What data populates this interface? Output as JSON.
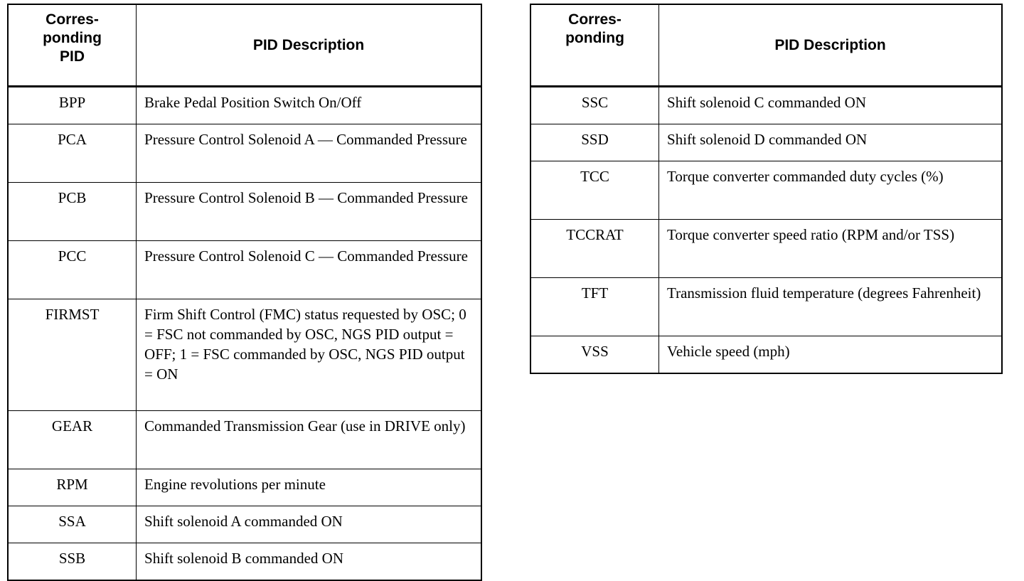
{
  "document": {
    "type": "pid-reference-tables",
    "table_count": 2,
    "background_color": "#ffffff",
    "text_color": "#000000"
  },
  "tables": [
    {
      "id": "left",
      "headers": {
        "code": "Corres-\nponding\nPID",
        "code_lines": [
          "Corres-",
          "ponding",
          "PID"
        ],
        "description": "PID Description"
      },
      "rows": [
        {
          "code": "BPP",
          "description": "Brake Pedal Position Switch On/Off",
          "lines": 1
        },
        {
          "code": "PCA",
          "description": "Pressure Control Solenoid A — Commanded Pressure",
          "lines": 2
        },
        {
          "code": "PCB",
          "description": "Pressure Control Solenoid B — Commanded Pressure",
          "lines": 2
        },
        {
          "code": "PCC",
          "description": "Pressure Control Solenoid C — Commanded Pressure",
          "lines": 2
        },
        {
          "code": "FIRMST",
          "description": "Firm Shift Control (FMC) status requested by OSC; 0 = FSC not commanded by OSC, NGS PID output = OFF; 1 = FSC commanded by OSC, NGS PID output = ON",
          "lines": 5
        },
        {
          "code": "GEAR",
          "description": "Commanded Transmission Gear (use in DRIVE only)",
          "lines": 2
        },
        {
          "code": "RPM",
          "description": "Engine revolutions per minute",
          "lines": 1
        },
        {
          "code": "SSA",
          "description": "Shift solenoid A commanded ON",
          "lines": 1
        },
        {
          "code": "SSB",
          "description": "Shift solenoid B commanded ON",
          "lines": 1
        }
      ]
    },
    {
      "id": "right",
      "headers": {
        "code": "Corres-\nponding",
        "code_lines": [
          "Corres-",
          "ponding"
        ],
        "description": "PID Description"
      },
      "rows": [
        {
          "code": "SSC",
          "description": "Shift solenoid C commanded ON",
          "lines": 1
        },
        {
          "code": "SSD",
          "description": "Shift solenoid D commanded ON",
          "lines": 1
        },
        {
          "code": "TCC",
          "description": "Torque converter commanded duty cycles (%)",
          "lines": 2
        },
        {
          "code": "TCCRAT",
          "description": "Torque converter speed ratio (RPM and/or TSS)",
          "lines": 2
        },
        {
          "code": "TFT",
          "description": "Transmission fluid temperature (degrees Fahrenheit)",
          "lines": 2
        },
        {
          "code": "VSS",
          "description": "Vehicle speed (mph)",
          "lines": 1
        }
      ]
    }
  ]
}
